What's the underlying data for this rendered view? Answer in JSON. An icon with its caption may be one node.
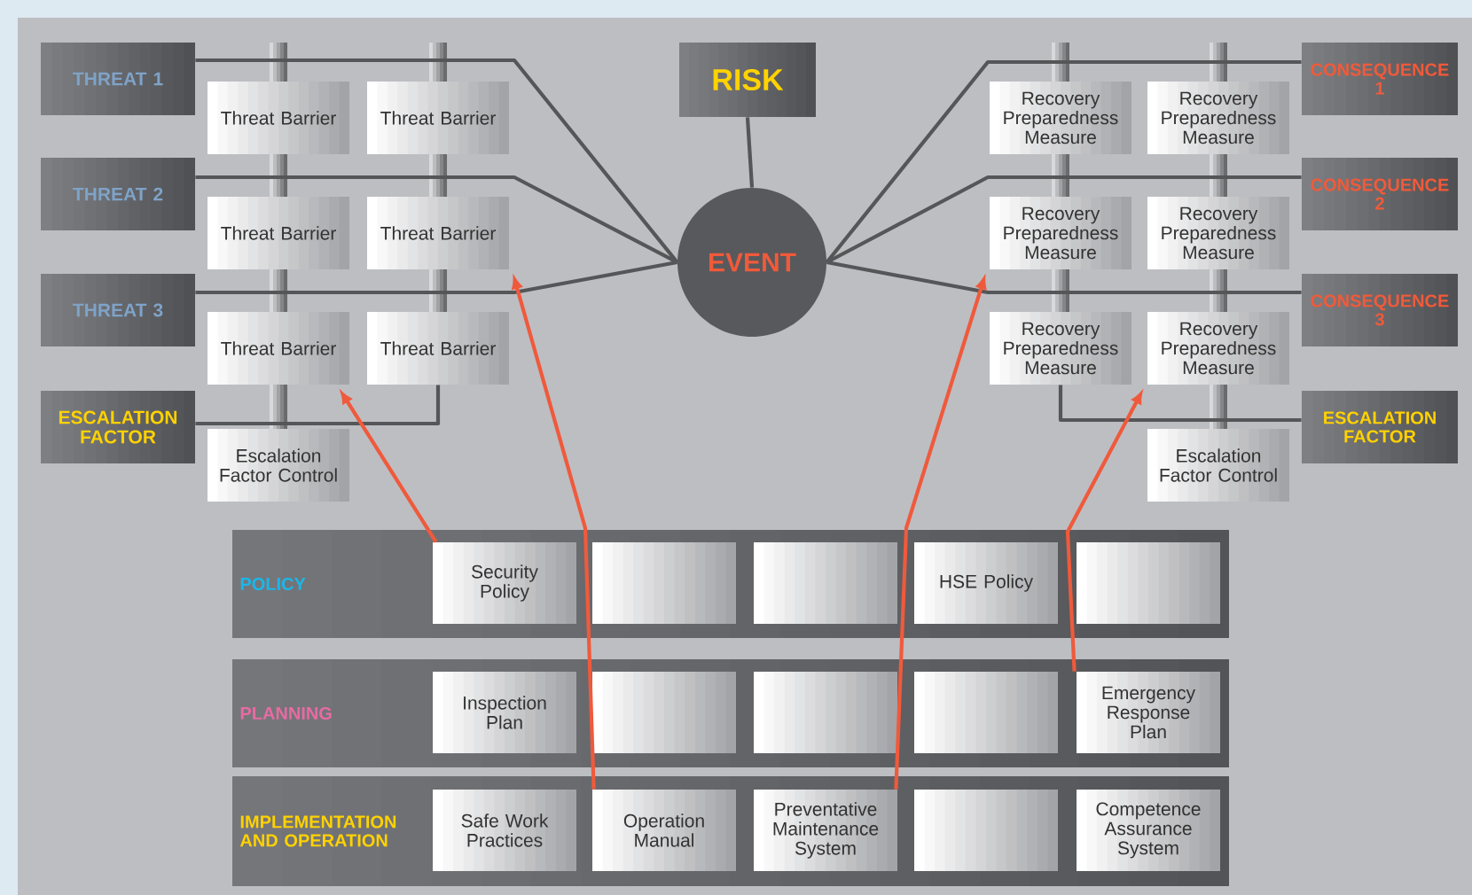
{
  "diagram": {
    "nodes": [
      {
        "text": [
          "THREAT 1"
        ]
      },
      {
        "text": [
          "THREAT 2"
        ]
      },
      {
        "text": [
          "THREAT 3"
        ]
      },
      {
        "text": [
          "ESCALATION FACTOR"
        ]
      },
      {
        "text": [
          "RISK"
        ]
      },
      {
        "text": [
          "EVENT"
        ]
      },
      {
        "text": [
          "CONSEQUENCE 1"
        ]
      },
      {
        "text": [
          "CONSEQUENCE 2"
        ]
      },
      {
        "text": [
          "CONSEQUENCE 3"
        ]
      },
      {
        "text": [
          "ESCALATION FACTOR"
        ]
      },
      {
        "text": [
          "Threat Barrier"
        ]
      },
      {
        "text": [
          "Threat Barrier"
        ]
      },
      {
        "text": [
          "Threat Barrier"
        ]
      },
      {
        "text": [
          "Threat Barrier"
        ]
      },
      {
        "text": [
          "Threat Barrier"
        ]
      },
      {
        "text": [
          "Threat Barrier"
        ]
      },
      {
        "text": [
          "Escalation Factor Control"
        ]
      },
      {
        "text": [
          "Recovery Preparedness Measure"
        ]
      },
      {
        "text": [
          "Recovery Preparedness Measure"
        ]
      },
      {
        "text": [
          "Recovery Preparedness Measure"
        ]
      },
      {
        "text": [
          "Recovery Preparedness Measure"
        ]
      },
      {
        "text": [
          "Recovery Preparedness Measure"
        ]
      },
      {
        "text": [
          "Recovery Preparedness Measure"
        ]
      },
      {
        "text": [
          "Escalation Factor Control"
        ]
      },
      {
        "text": [
          "POLICY"
        ]
      },
      {
        "text": [
          "Security Policy"
        ],
        "in": 24
      },
      {
        "text": [],
        "shape": "box",
        "in": 24
      },
      {
        "text": [],
        "shape": "box",
        "in": 24
      },
      {
        "text": [
          "HSE Policy"
        ],
        "in": 24
      },
      {
        "text": [],
        "shape": "box",
        "in": 24
      },
      {
        "text": [
          "PLANNING"
        ]
      },
      {
        "text": [
          "Inspection Plan"
        ],
        "in": 30
      },
      {
        "text": [],
        "shape": "box",
        "in": 30
      },
      {
        "text": [],
        "shape": "box",
        "in": 30
      },
      {
        "text": [],
        "shape": "box",
        "in": 30
      },
      {
        "text": [
          "Emergency Response Plan"
        ],
        "in": 30
      },
      {
        "text": [
          "IMPLEMENTATION AND OPERATION"
        ]
      },
      {
        "text": [
          "Safe Work Practices"
        ],
        "in": 36
      },
      {
        "text": [
          "Operation Manual"
        ],
        "in": 36
      },
      {
        "text": [
          "Preventative Maintenance System"
        ],
        "in": 36
      },
      {
        "text": [],
        "shape": "box",
        "in": 36
      },
      {
        "text": [
          "Competence Assurance System"
        ],
        "in": 36
      }
    ],
    "edges": [
      {
        "from": 0,
        "to": 5,
        "arrow": "none"
      },
      {
        "from": 1,
        "to": 5,
        "arrow": "none"
      },
      {
        "from": 2,
        "to": 5,
        "arrow": "none"
      },
      {
        "from": 3,
        "to": 15,
        "arrow": "none"
      },
      {
        "from": 4,
        "to": 5,
        "arrow": "none"
      },
      {
        "from": 5,
        "to": 6,
        "arrow": "none"
      },
      {
        "from": 5,
        "to": 7,
        "arrow": "none"
      },
      {
        "from": 5,
        "to": 8,
        "arrow": "none"
      },
      {
        "from": 9,
        "to": 21,
        "arrow": "none"
      },
      {
        "from": 25,
        "to": 14,
        "arrow": "to",
        "color": "#ef5a3c"
      },
      {
        "from": 38,
        "to": 13,
        "arrow": "to",
        "color": "#ef5a3c"
      },
      {
        "from": 39,
        "to": 19,
        "arrow": "to",
        "color": "#ef5a3c"
      },
      {
        "from": 35,
        "to": 22,
        "arrow": "to",
        "color": "#ef5a3c"
      }
    ]
  }
}
